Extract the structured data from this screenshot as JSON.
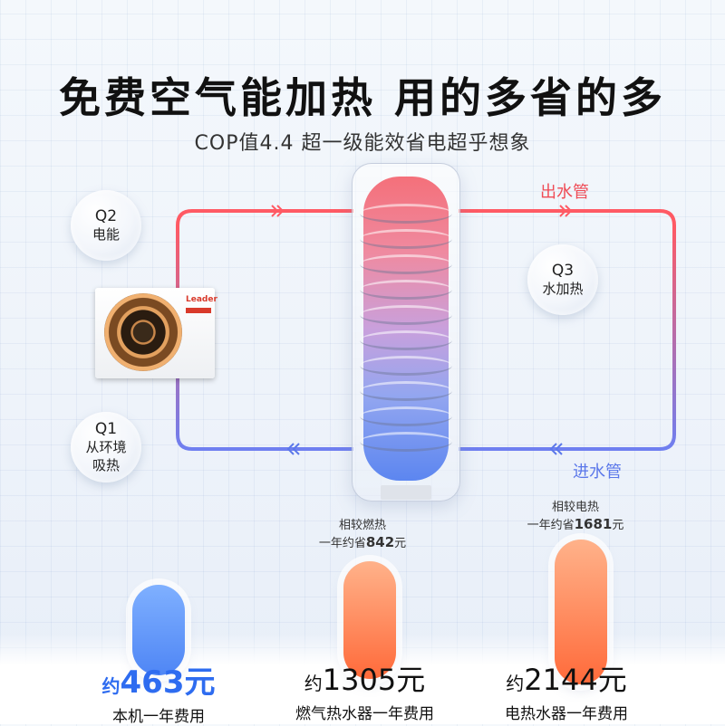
{
  "headline": "免费空气能加热  用的多省的多",
  "subheadline": "COP值4.4  超一级能效省电超乎想象",
  "pipes": {
    "outlet_label": "出水管",
    "inlet_label": "进水管"
  },
  "bubbles": {
    "q2": {
      "id": "Q2",
      "text": "电能"
    },
    "q3": {
      "id": "Q3",
      "text": "水加热"
    },
    "q1": {
      "id": "Q1",
      "line1": "从环境",
      "line2": "吸热"
    }
  },
  "unit": {
    "brand": "Leader"
  },
  "comparisons": {
    "gas_note": {
      "line1": "相较燃热",
      "prefix": "一年约省",
      "amount": "842",
      "suffix": "元"
    },
    "elec_note": {
      "line1": "相较电热",
      "prefix": "一年约省",
      "amount": "1681",
      "suffix": "元"
    }
  },
  "prices": {
    "this": {
      "pre": "约",
      "num": "463元",
      "cap": "本机一年费用"
    },
    "gas": {
      "pre": "约",
      "num": "1305元",
      "cap": "燃气热水器一年费用"
    },
    "elec": {
      "pre": "约",
      "num": "2144元",
      "cap": "电热水器一年费用"
    }
  },
  "colors": {
    "hot": "#ef4b55",
    "cold": "#5b78ea",
    "accent_blue": "#2e6cf0",
    "orange": "#ff6a3a"
  }
}
